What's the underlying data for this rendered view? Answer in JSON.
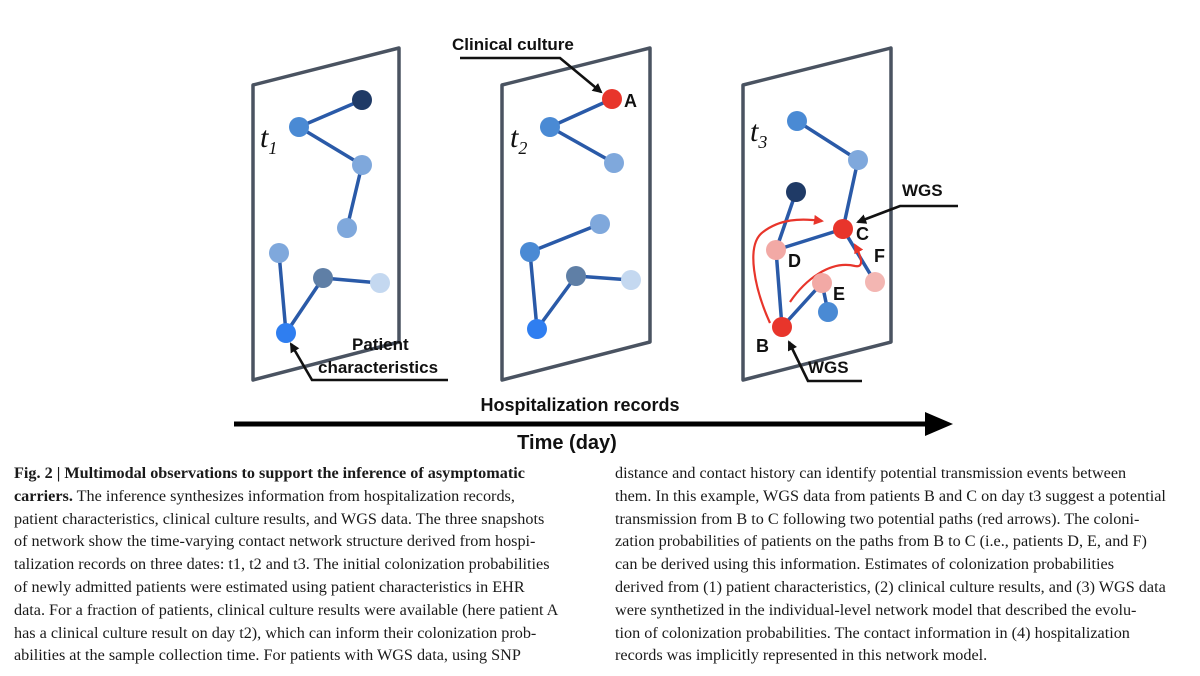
{
  "figure": {
    "panels": [
      {
        "time_var": "t",
        "time_sub": "1"
      },
      {
        "time_var": "t",
        "time_sub": "2"
      },
      {
        "time_var": "t",
        "time_sub": "3"
      }
    ],
    "callouts": {
      "clinical_culture": "Clinical culture",
      "patient_characteristics_line1": "Patient",
      "patient_characteristics_line2": "characteristics",
      "wgs_top": "WGS",
      "wgs_bottom": "WGS"
    },
    "node_labels": {
      "A": "A",
      "B": "B",
      "C": "C",
      "D": "D",
      "E": "E",
      "F": "F"
    },
    "hospitalization_records": "Hospitalization records",
    "time_axis": "Time (day)",
    "colors": {
      "panel_border": "#4a5361",
      "edge": "#2a5aa8",
      "node_mid_blue": "#4a8ad4",
      "node_dark_navy": "#1f3a66",
      "node_light_blue": "#7fa8dc",
      "node_slate": "#5f7fa6",
      "node_pale_blue": "#c4d8f0",
      "node_bright_blue": "#2f7ef0",
      "node_red": "#e8352b",
      "node_pink": "#f2a9a5",
      "node_light_pink": "#f3b6b2",
      "arrow_red": "#e8352b"
    }
  },
  "caption": {
    "left_lines": [
      {
        "prefix": "Fig. 2 | Multimodal observations to support the inference of asymptomatic",
        "rest": ""
      },
      {
        "prefix": "carriers.",
        "rest": " The inference synthesizes information from hospitalization records,"
      },
      {
        "prefix": "",
        "rest": "patient characteristics, clinical culture results, and WGS data. The three snapshots"
      },
      {
        "prefix": "",
        "rest": "of network show the time-varying contact network structure derived from hospi-"
      },
      {
        "prefix": "",
        "rest": "talization records on three dates: t1, t2 and t3. The initial colonization probabilities"
      },
      {
        "prefix": "",
        "rest": "of newly admitted patients were estimated using patient characteristics in EHR"
      },
      {
        "prefix": "",
        "rest": "data. For a fraction of patients, clinical culture results were available (here patient A"
      },
      {
        "prefix": "",
        "rest": "has a clinical culture result on day t2), which can inform their colonization prob-"
      },
      {
        "prefix": "",
        "rest": "abilities at the sample collection time. For patients with WGS data, using SNP"
      }
    ],
    "right_lines": [
      "distance and contact history can identify potential transmission events between",
      "them. In this example, WGS data from patients B and C on day t3 suggest a potential",
      "transmission from B to C following two potential paths (red arrows). The coloni-",
      "zation probabilities of patients on the paths from B to C (i.e., patients D, E, and F)",
      "can be derived using this information. Estimates of colonization probabilities",
      "derived from (1) patient characteristics, (2) clinical culture results, and (3) WGS data",
      "were synthetized in the individual-level network model that described the evolu-",
      "tion of colonization probabilities. The contact information in (4) hospitalization",
      "records was implicitly represented in this network model."
    ]
  }
}
